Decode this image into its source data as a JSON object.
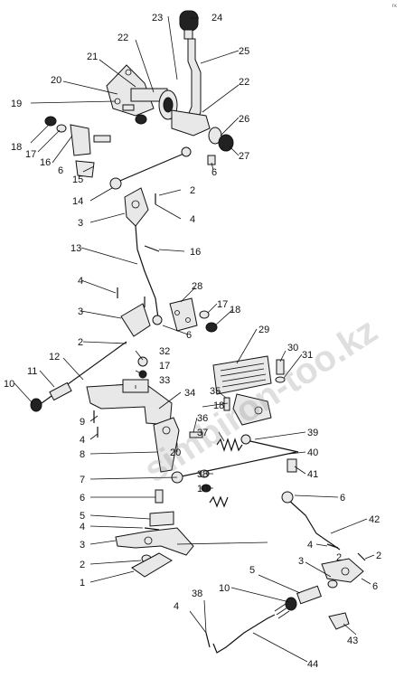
{
  "watermark": "simbiron-too.kz",
  "corner_mark": "гк",
  "labels": [
    {
      "id": "l24a",
      "text": "24"
    },
    {
      "id": "l23",
      "text": "23"
    },
    {
      "id": "l22a",
      "text": "22"
    },
    {
      "id": "l21",
      "text": "21"
    },
    {
      "id": "l25",
      "text": "25"
    },
    {
      "id": "l20",
      "text": "20"
    },
    {
      "id": "l19",
      "text": "19"
    },
    {
      "id": "l22b",
      "text": "22"
    },
    {
      "id": "l26",
      "text": "26"
    },
    {
      "id": "l18a",
      "text": "18"
    },
    {
      "id": "l17a",
      "text": "17"
    },
    {
      "id": "l16a",
      "text": "16"
    },
    {
      "id": "l27",
      "text": "27"
    },
    {
      "id": "l6a",
      "text": "6"
    },
    {
      "id": "l6b",
      "text": "6"
    },
    {
      "id": "l15",
      "text": "15"
    },
    {
      "id": "l2a",
      "text": "2"
    },
    {
      "id": "l14",
      "text": "14"
    },
    {
      "id": "l4a",
      "text": "4"
    },
    {
      "id": "l3a",
      "text": "3"
    },
    {
      "id": "l13",
      "text": "13"
    },
    {
      "id": "l16b",
      "text": "16"
    },
    {
      "id": "l4b",
      "text": "4"
    },
    {
      "id": "l28",
      "text": "28"
    },
    {
      "id": "l17b",
      "text": "17"
    },
    {
      "id": "l18b",
      "text": "18"
    },
    {
      "id": "l3b",
      "text": "3"
    },
    {
      "id": "l6c",
      "text": "6"
    },
    {
      "id": "l29",
      "text": "29"
    },
    {
      "id": "l2b",
      "text": "2"
    },
    {
      "id": "l30",
      "text": "30"
    },
    {
      "id": "l31",
      "text": "31"
    },
    {
      "id": "l12",
      "text": "12"
    },
    {
      "id": "l32",
      "text": "32"
    },
    {
      "id": "l11",
      "text": "11"
    },
    {
      "id": "l17c",
      "text": "17"
    },
    {
      "id": "l33",
      "text": "33"
    },
    {
      "id": "l10a",
      "text": "10"
    },
    {
      "id": "l35",
      "text": "35"
    },
    {
      "id": "l34",
      "text": "34"
    },
    {
      "id": "l18c",
      "text": "18"
    },
    {
      "id": "l9",
      "text": "9"
    },
    {
      "id": "l36",
      "text": "36"
    },
    {
      "id": "l37",
      "text": "37"
    },
    {
      "id": "l4c",
      "text": "4"
    },
    {
      "id": "l20b",
      "text": "20"
    },
    {
      "id": "l39",
      "text": "39"
    },
    {
      "id": "l8",
      "text": "8"
    },
    {
      "id": "l40",
      "text": "40"
    },
    {
      "id": "l38a",
      "text": "38"
    },
    {
      "id": "l41",
      "text": "41"
    },
    {
      "id": "l7",
      "text": "7"
    },
    {
      "id": "l10b",
      "text": "10"
    },
    {
      "id": "l6d",
      "text": "6"
    },
    {
      "id": "l6e",
      "text": "6"
    },
    {
      "id": "l5a",
      "text": "5"
    },
    {
      "id": "l4d",
      "text": "4"
    },
    {
      "id": "l42",
      "text": "42"
    },
    {
      "id": "l3c",
      "text": "3"
    },
    {
      "id": "l4e",
      "text": "4"
    },
    {
      "id": "l2c",
      "text": "2"
    },
    {
      "id": "l2d",
      "text": "2"
    },
    {
      "id": "l2e",
      "text": "2"
    },
    {
      "id": "l3d",
      "text": "3"
    },
    {
      "id": "l1",
      "text": "1"
    },
    {
      "id": "l6f",
      "text": "6"
    },
    {
      "id": "l10c",
      "text": "10"
    },
    {
      "id": "l5b",
      "text": "5"
    },
    {
      "id": "l38b",
      "text": "38"
    },
    {
      "id": "l4f",
      "text": "4"
    },
    {
      "id": "l43",
      "text": "43"
    },
    {
      "id": "l44",
      "text": "44"
    }
  ]
}
